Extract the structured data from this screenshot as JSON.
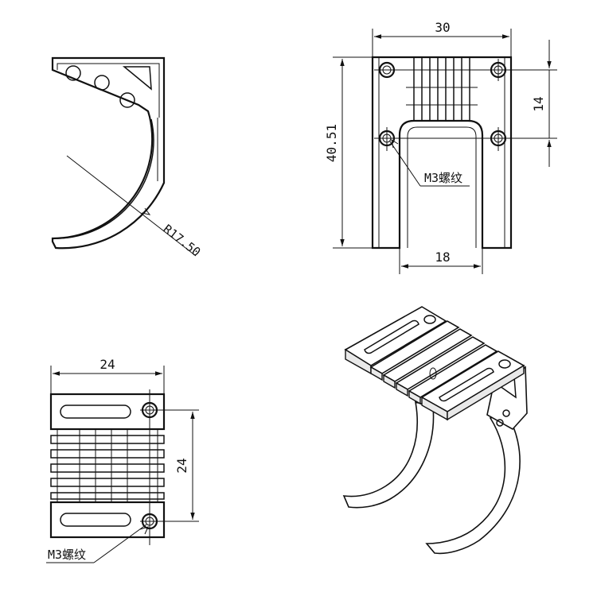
{
  "views": {
    "side": {
      "radius_label": "R17.50"
    },
    "front": {
      "width_label": "30",
      "height_label": "40.51",
      "hole_spacing_label": "14",
      "opening_label": "18",
      "thread_label": "M3螺纹"
    },
    "top": {
      "width_label": "24",
      "hole_spacing_label": "24",
      "thread_label": "M3螺纹"
    },
    "isometric": {}
  },
  "colors": {
    "line": "#111111",
    "background": "#ffffff",
    "shade": "#e9e9e9"
  }
}
